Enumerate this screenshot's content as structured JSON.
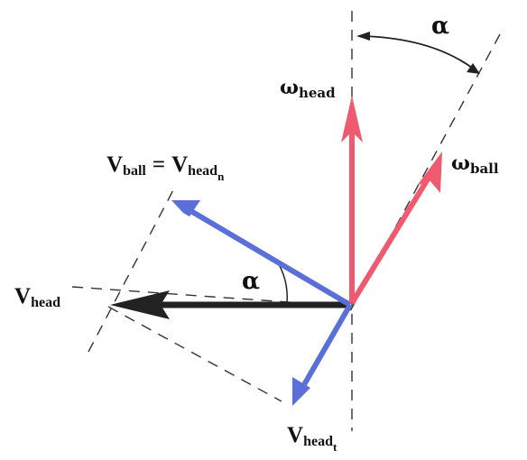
{
  "diagram": {
    "labels": {
      "omega_head_symbol": "ω",
      "omega_head_sub": "head",
      "omega_ball_symbol": "ω",
      "omega_ball_sub": "ball",
      "alpha_top": "α",
      "alpha_mid": "α",
      "vball_main": "V",
      "vball_sub": "ball",
      "equals": "=",
      "vheadn_main": "V",
      "vheadn_sub": "head",
      "vheadn_subsub": "n",
      "vhead_main": "V",
      "vhead_sub": "head",
      "vheadt_main": "V",
      "vheadt_sub": "head",
      "vheadt_subsub": "t"
    },
    "colors": {
      "omega_arrows": "#ef5a6e",
      "velocity_components": "#5a6fd8",
      "head_velocity": "#222222",
      "dashed_lines": "#333333"
    }
  }
}
